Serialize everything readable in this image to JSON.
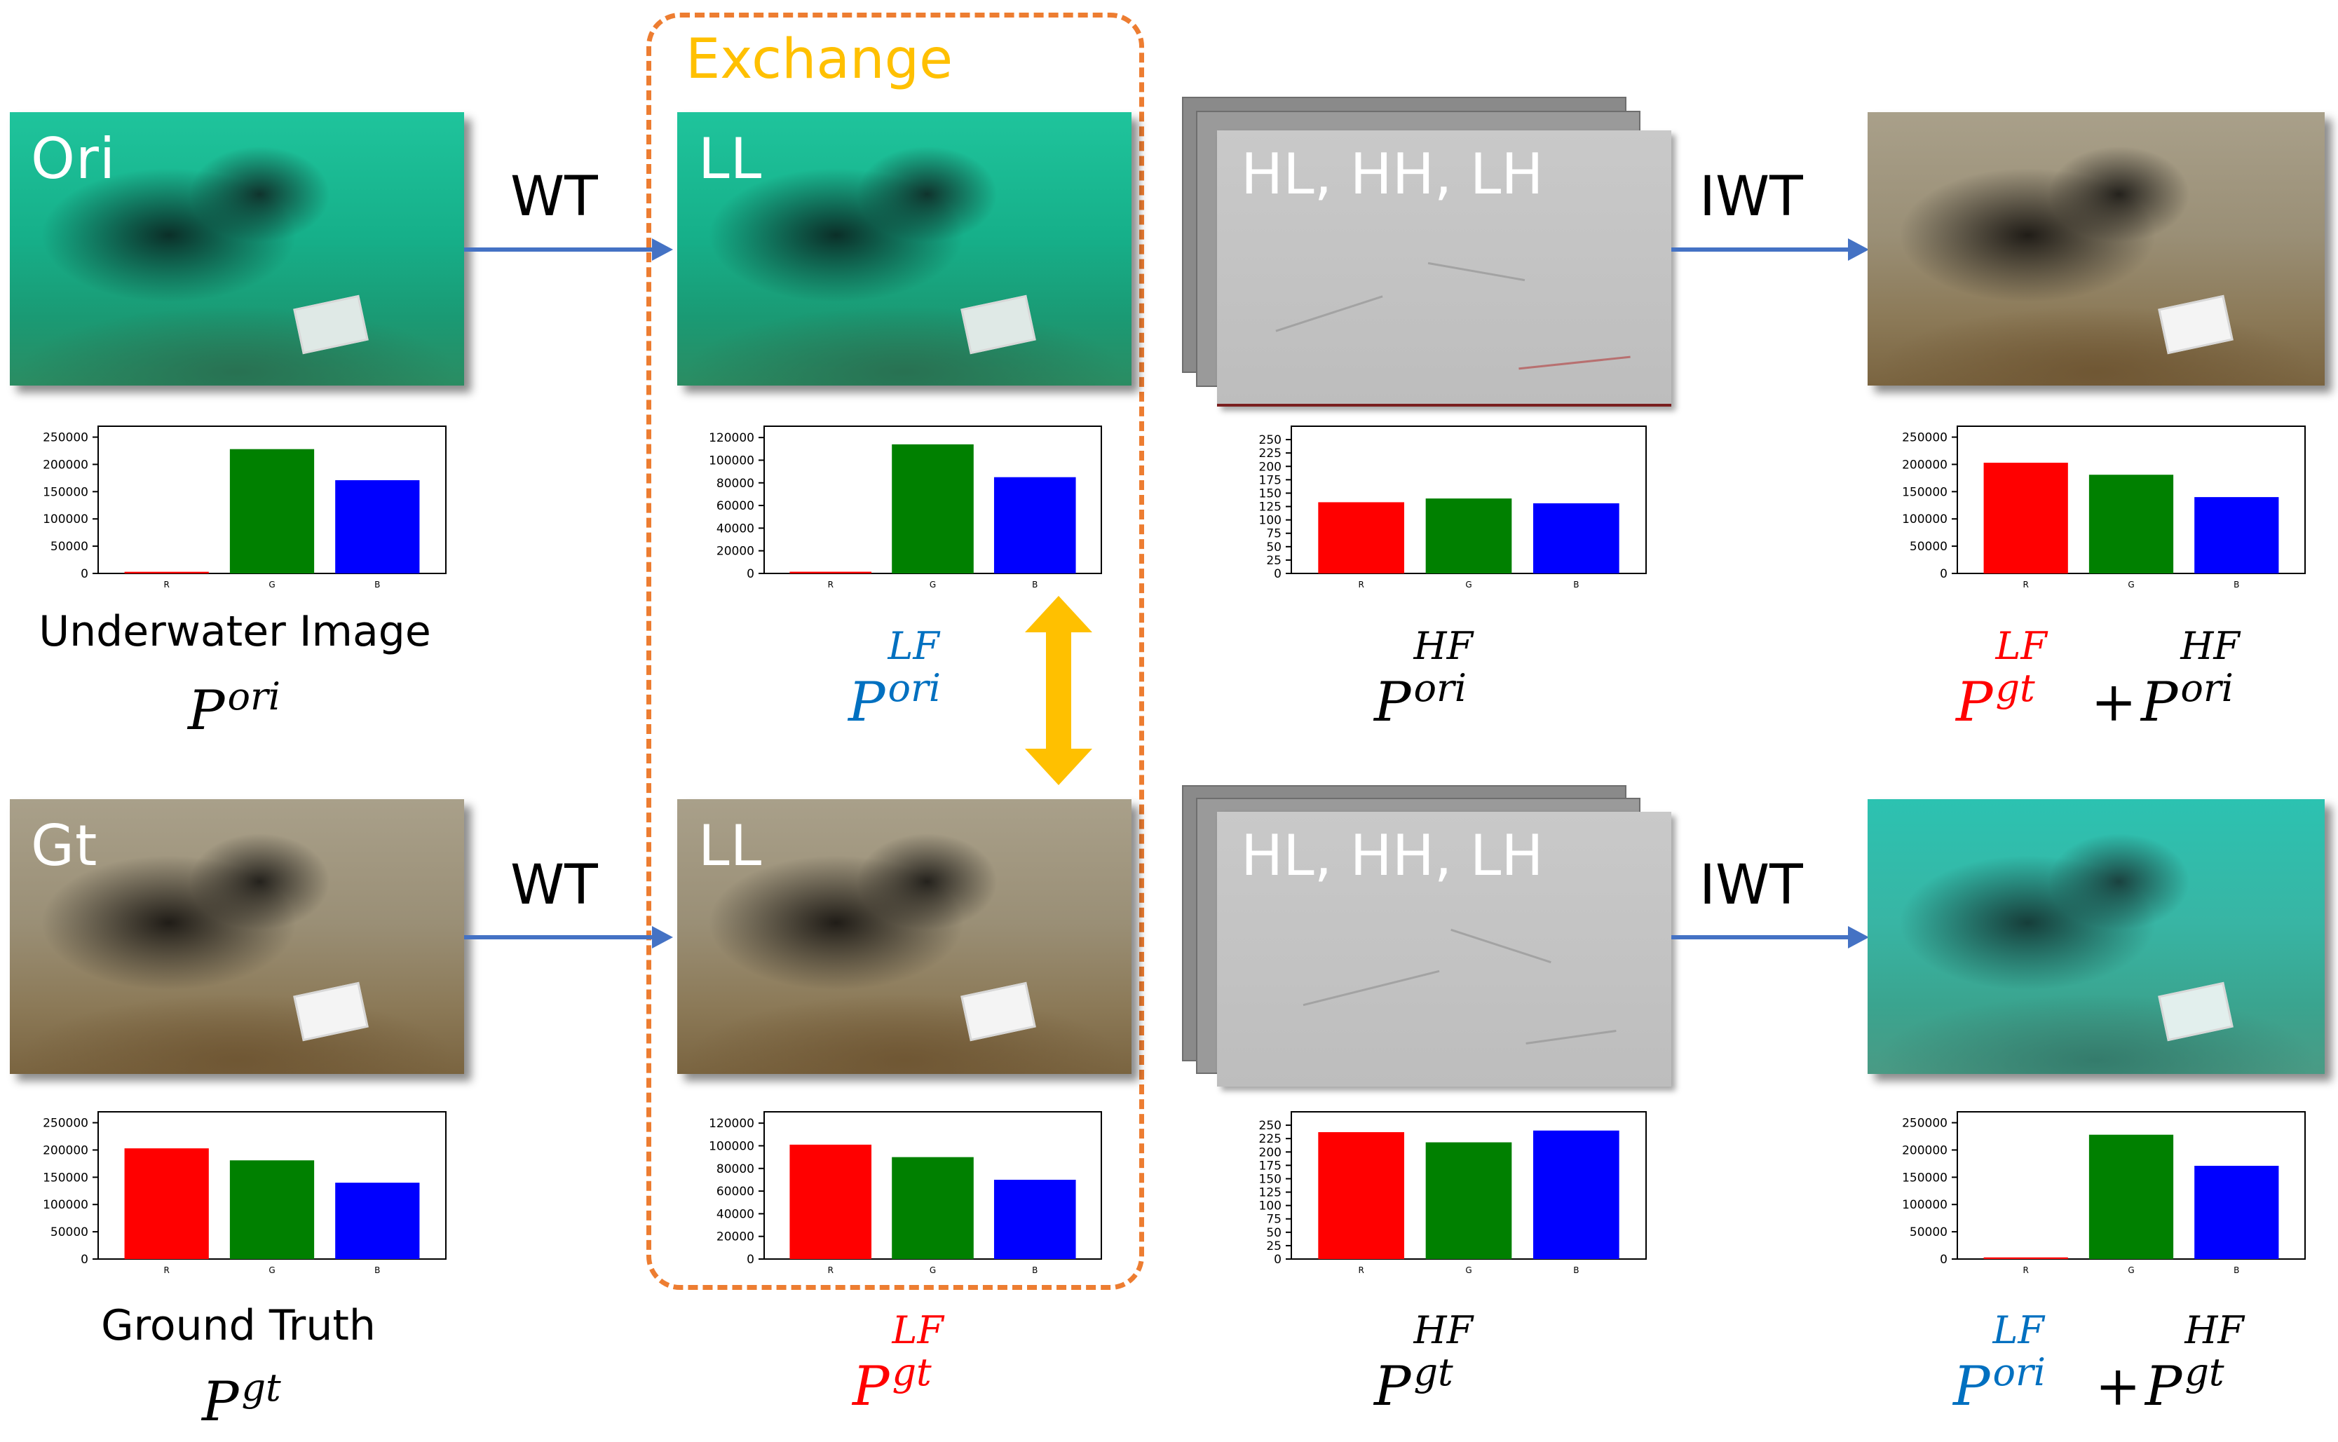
{
  "exchange_title": "Exchange",
  "operators": {
    "wt": "WT",
    "iwt": "IWT"
  },
  "panel_tags": {
    "ori": "Ori",
    "gt": "Gt",
    "ll": "LL",
    "hf": "HL, HH, LH"
  },
  "captions": {
    "underwater": "Underwater Image",
    "ground_truth": "Ground Truth",
    "p": "P",
    "ori": "ori",
    "gt": "gt",
    "lf": "LF",
    "hf": "HF",
    "plus": "+"
  },
  "colors": {
    "red": "#ff0000",
    "blue": "#0070c0",
    "black": "#000000",
    "orange": "#ed7d31",
    "gold": "#ffc000",
    "arrow": "#4472c4"
  },
  "chart_data": [
    {
      "id": "ori",
      "type": "bar",
      "categories": [
        "R",
        "G",
        "B"
      ],
      "values": [
        3000,
        228000,
        171000
      ],
      "ylim": [
        0,
        270000
      ],
      "yticks": [
        0,
        50000,
        100000,
        150000,
        200000,
        250000
      ],
      "colors": [
        "#ff0000",
        "#008000",
        "#0000ff"
      ]
    },
    {
      "id": "ori_ll",
      "type": "bar",
      "categories": [
        "R",
        "G",
        "B"
      ],
      "values": [
        1500,
        114000,
        85000
      ],
      "ylim": [
        0,
        130000
      ],
      "yticks": [
        0,
        20000,
        40000,
        60000,
        80000,
        100000,
        120000
      ],
      "colors": [
        "#ff0000",
        "#008000",
        "#0000ff"
      ]
    },
    {
      "id": "ori_hf",
      "type": "bar",
      "categories": [
        "R",
        "G",
        "B"
      ],
      "values": [
        133,
        140,
        131
      ],
      "ylim": [
        0,
        275
      ],
      "yticks": [
        0,
        25,
        50,
        75,
        100,
        125,
        150,
        175,
        200,
        225,
        250
      ],
      "colors": [
        "#ff0000",
        "#008000",
        "#0000ff"
      ]
    },
    {
      "id": "out_top",
      "type": "bar",
      "categories": [
        "R",
        "G",
        "B"
      ],
      "values": [
        203000,
        181000,
        140000
      ],
      "ylim": [
        0,
        270000
      ],
      "yticks": [
        0,
        50000,
        100000,
        150000,
        200000,
        250000
      ],
      "colors": [
        "#ff0000",
        "#008000",
        "#0000ff"
      ]
    },
    {
      "id": "gt",
      "type": "bar",
      "categories": [
        "R",
        "G",
        "B"
      ],
      "values": [
        203000,
        181000,
        140000
      ],
      "ylim": [
        0,
        270000
      ],
      "yticks": [
        0,
        50000,
        100000,
        150000,
        200000,
        250000
      ],
      "colors": [
        "#ff0000",
        "#008000",
        "#0000ff"
      ]
    },
    {
      "id": "gt_ll",
      "type": "bar",
      "categories": [
        "R",
        "G",
        "B"
      ],
      "values": [
        101000,
        90000,
        70000
      ],
      "ylim": [
        0,
        130000
      ],
      "yticks": [
        0,
        20000,
        40000,
        60000,
        80000,
        100000,
        120000
      ],
      "colors": [
        "#ff0000",
        "#008000",
        "#0000ff"
      ]
    },
    {
      "id": "gt_hf",
      "type": "bar",
      "categories": [
        "R",
        "G",
        "B"
      ],
      "values": [
        237,
        218,
        240
      ],
      "ylim": [
        0,
        275
      ],
      "yticks": [
        0,
        25,
        50,
        75,
        100,
        125,
        150,
        175,
        200,
        225,
        250
      ],
      "colors": [
        "#ff0000",
        "#008000",
        "#0000ff"
      ]
    },
    {
      "id": "out_bottom",
      "type": "bar",
      "categories": [
        "R",
        "G",
        "B"
      ],
      "values": [
        3000,
        228000,
        171000
      ],
      "ylim": [
        0,
        270000
      ],
      "yticks": [
        0,
        50000,
        100000,
        150000,
        200000,
        250000
      ],
      "colors": [
        "#ff0000",
        "#008000",
        "#0000ff"
      ]
    }
  ]
}
